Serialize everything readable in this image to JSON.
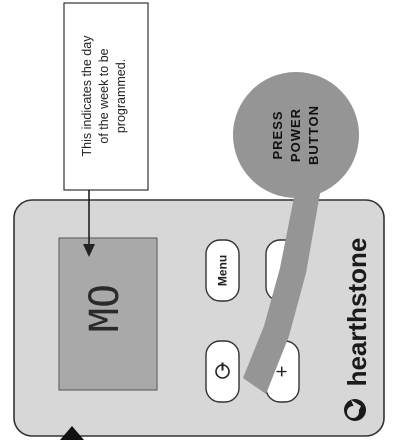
{
  "callout": {
    "lines": [
      "This indicates the day",
      "of the week to be",
      "programmed."
    ]
  },
  "instruction": {
    "lines": [
      "PRESS",
      "POWER",
      "BUTTON"
    ]
  },
  "display": {
    "day_code": "MO"
  },
  "buttons": {
    "menu_label": "Menu",
    "plus_label": "+"
  },
  "brand": {
    "name": "hearthstone"
  },
  "icons": {
    "power": "power-icon",
    "logo": "hearthstone-logo-icon"
  },
  "colors": {
    "device_body": "#d7d7d7",
    "lcd": "#a9a9a9",
    "balloon": "#959595",
    "button_face": "#ffffff",
    "outline": "#333333"
  }
}
